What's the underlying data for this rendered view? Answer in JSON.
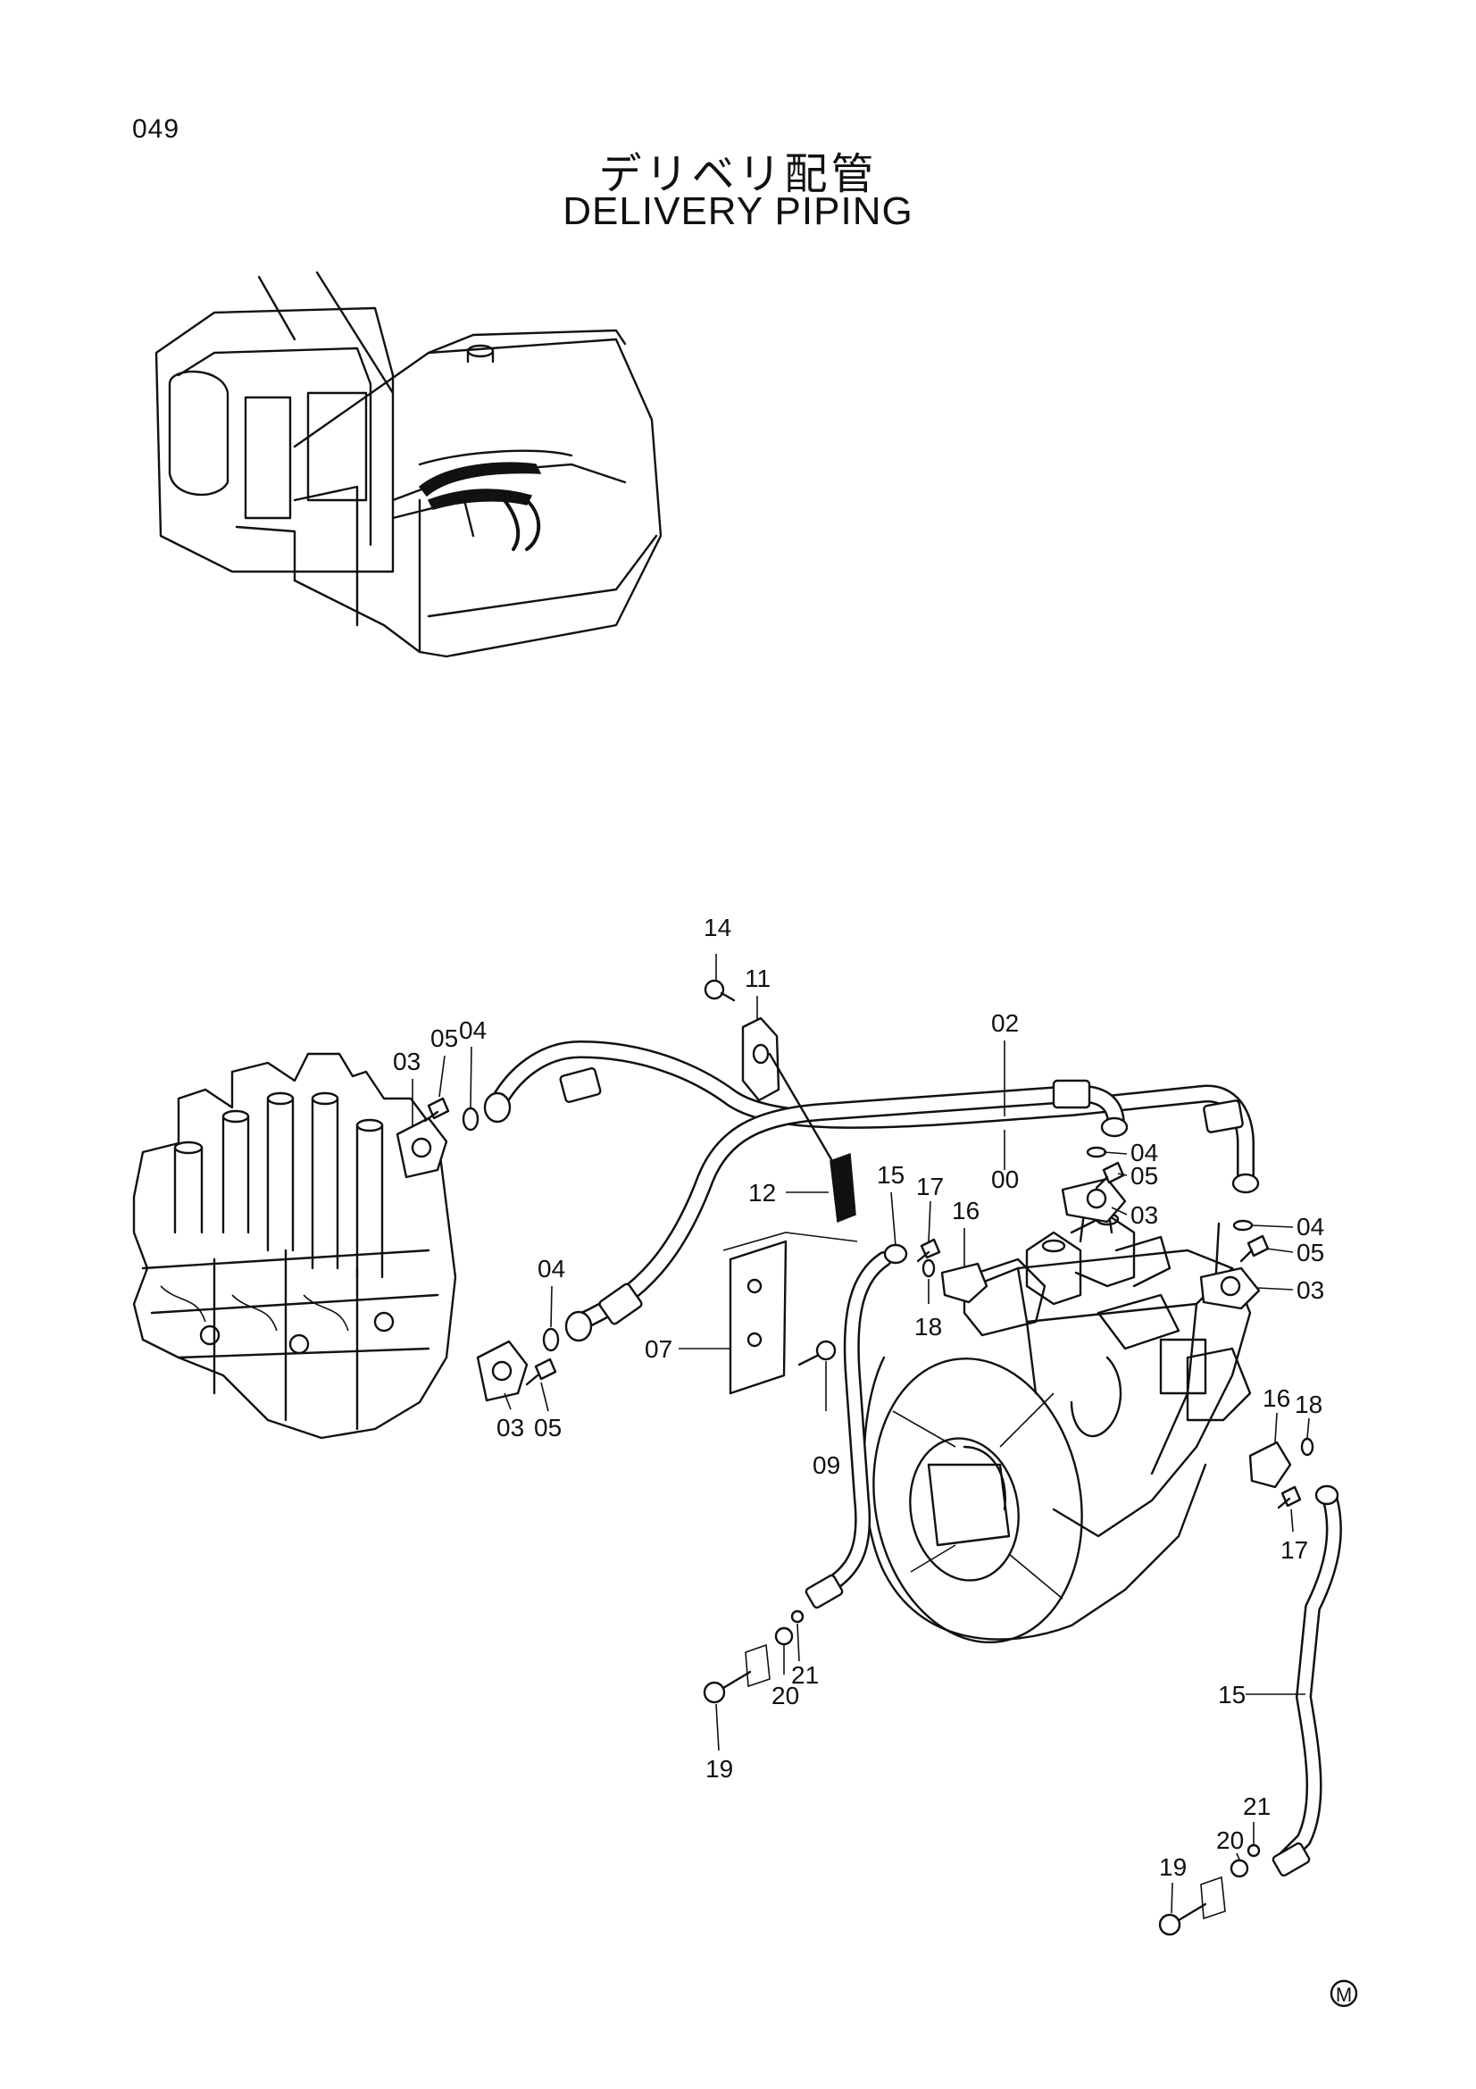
{
  "page_number": "049",
  "title_jp": "デリベリ配管",
  "title_en": "DELIVERY PIPING",
  "parts": [
    {
      "id": "p14",
      "label": "14"
    },
    {
      "id": "p11",
      "label": "11"
    },
    {
      "id": "p02",
      "label": "02"
    },
    {
      "id": "p03a",
      "label": "03"
    },
    {
      "id": "p05a",
      "label": "05"
    },
    {
      "id": "p04a",
      "label": "04"
    },
    {
      "id": "p12",
      "label": "12"
    },
    {
      "id": "p15a",
      "label": "15"
    },
    {
      "id": "p17a",
      "label": "17"
    },
    {
      "id": "p16a",
      "label": "16"
    },
    {
      "id": "p00",
      "label": "00"
    },
    {
      "id": "p04b",
      "label": "04"
    },
    {
      "id": "p05b",
      "label": "05"
    },
    {
      "id": "p03b",
      "label": "03"
    },
    {
      "id": "p04c",
      "label": "04"
    },
    {
      "id": "p05c",
      "label": "05"
    },
    {
      "id": "p03c",
      "label": "03"
    },
    {
      "id": "p04d",
      "label": "04"
    },
    {
      "id": "p07",
      "label": "07"
    },
    {
      "id": "p18a",
      "label": "18"
    },
    {
      "id": "p03d",
      "label": "03"
    },
    {
      "id": "p05d",
      "label": "05"
    },
    {
      "id": "p09",
      "label": "09"
    },
    {
      "id": "p16b",
      "label": "16"
    },
    {
      "id": "p18b",
      "label": "18"
    },
    {
      "id": "p17b",
      "label": "17"
    },
    {
      "id": "p21a",
      "label": "21"
    },
    {
      "id": "p20a",
      "label": "20"
    },
    {
      "id": "p19a",
      "label": "19"
    },
    {
      "id": "p15b",
      "label": "15"
    },
    {
      "id": "p21b",
      "label": "21"
    },
    {
      "id": "p20b",
      "label": "20"
    },
    {
      "id": "p19b",
      "label": "19"
    }
  ],
  "mark": "M"
}
